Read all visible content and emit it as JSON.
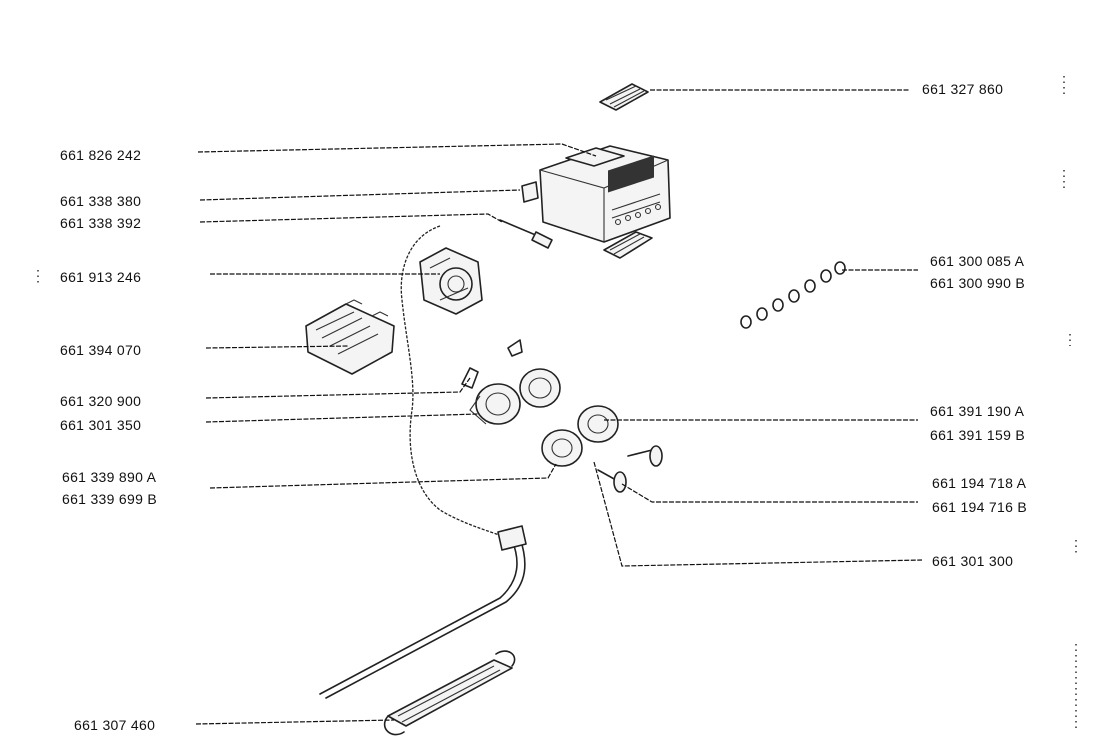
{
  "parts": {
    "p01": "661 327 860",
    "p02": "661 826 242",
    "p03": "661 338 380",
    "p04": "661 338 392",
    "p05": "661 913 246",
    "p06": "661 300 085 A",
    "p07": "661 300 990 B",
    "p08": "661 394 070",
    "p09": "661 320 900",
    "p10": "661 301 350",
    "p11": "661 391 190 A",
    "p12": "661 391 159 B",
    "p13": "661 339 890 A",
    "p14": "661 339 699 B",
    "p15": "661 194 718 A",
    "p16": "661 194 716 B",
    "p17": "661 301 300",
    "p18": "661 307 460"
  },
  "icons": {
    "timer": "timer-module-icon",
    "knob": "control-knob-icon",
    "thermostat": "thermostat-icon",
    "probe": "temperature-probe-icon"
  }
}
